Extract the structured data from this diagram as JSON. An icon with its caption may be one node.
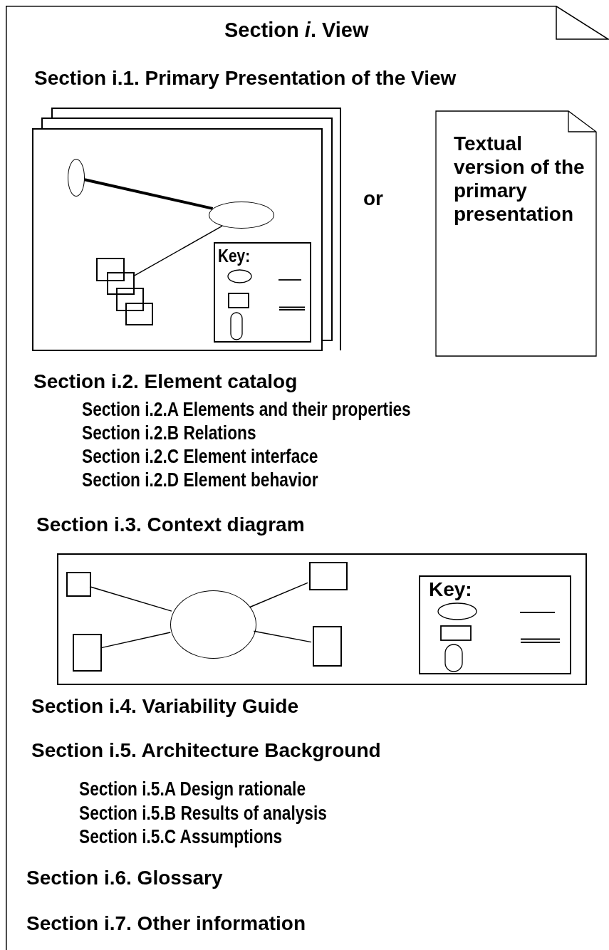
{
  "diagram": {
    "nodes": [
      {
        "text": [
          "Section *i*. View"
        ]
      },
      {
        "text": [],
        "shape": "box",
        "in": 0
      },
      {
        "text": [],
        "shape": "ellipse",
        "in": 1
      },
      {
        "text": [],
        "shape": "ellipse",
        "in": 1
      },
      {
        "text": [],
        "shape": "box",
        "in": 1
      },
      {
        "text": [],
        "shape": "box",
        "in": 1
      },
      {
        "text": [],
        "shape": "box",
        "in": 1
      },
      {
        "text": [],
        "shape": "box",
        "in": 1
      },
      {
        "text": [
          "Key:"
        ],
        "in": 1
      },
      {
        "text": [
          "Textual version of the primary presentation"
        ],
        "in": 0
      },
      {
        "text": [],
        "shape": "box",
        "in": 0
      },
      {
        "text": [],
        "shape": "box",
        "in": 10
      },
      {
        "text": [],
        "shape": "box",
        "in": 10
      },
      {
        "text": [],
        "shape": "ellipse",
        "in": 10
      },
      {
        "text": [],
        "shape": "box",
        "in": 10
      },
      {
        "text": [],
        "shape": "box",
        "in": 10
      },
      {
        "text": [
          "Key:"
        ],
        "in": 10
      }
    ],
    "edges": [
      {
        "from": 2,
        "to": 3,
        "arrow": "none",
        "style": "thick"
      },
      {
        "from": 3,
        "to": 5,
        "arrow": "none"
      },
      {
        "from": 11,
        "to": 13,
        "arrow": "none"
      },
      {
        "from": 12,
        "to": 13,
        "arrow": "none"
      },
      {
        "from": 14,
        "to": 13,
        "arrow": "none"
      },
      {
        "from": 15,
        "to": 13,
        "arrow": "none"
      }
    ],
    "labels": [
      "Section i.1. Primary Presentation of the View",
      "or",
      "Section i.2. Element catalog",
      "Section i.2.A Elements and their properties",
      "Section i.2.B Relations",
      "Section i.2.C Element interface",
      "Section i.2.D Element behavior",
      "Section i.3. Context diagram",
      "Section i.4. Variability Guide",
      "Section i.5. Architecture Background",
      "Section i.5.A Design rationale",
      "Section i.5.B Results of analysis",
      "Section i.5.C Assumptions",
      "Section i.6. Glossary",
      "Section i.7. Other information"
    ]
  }
}
